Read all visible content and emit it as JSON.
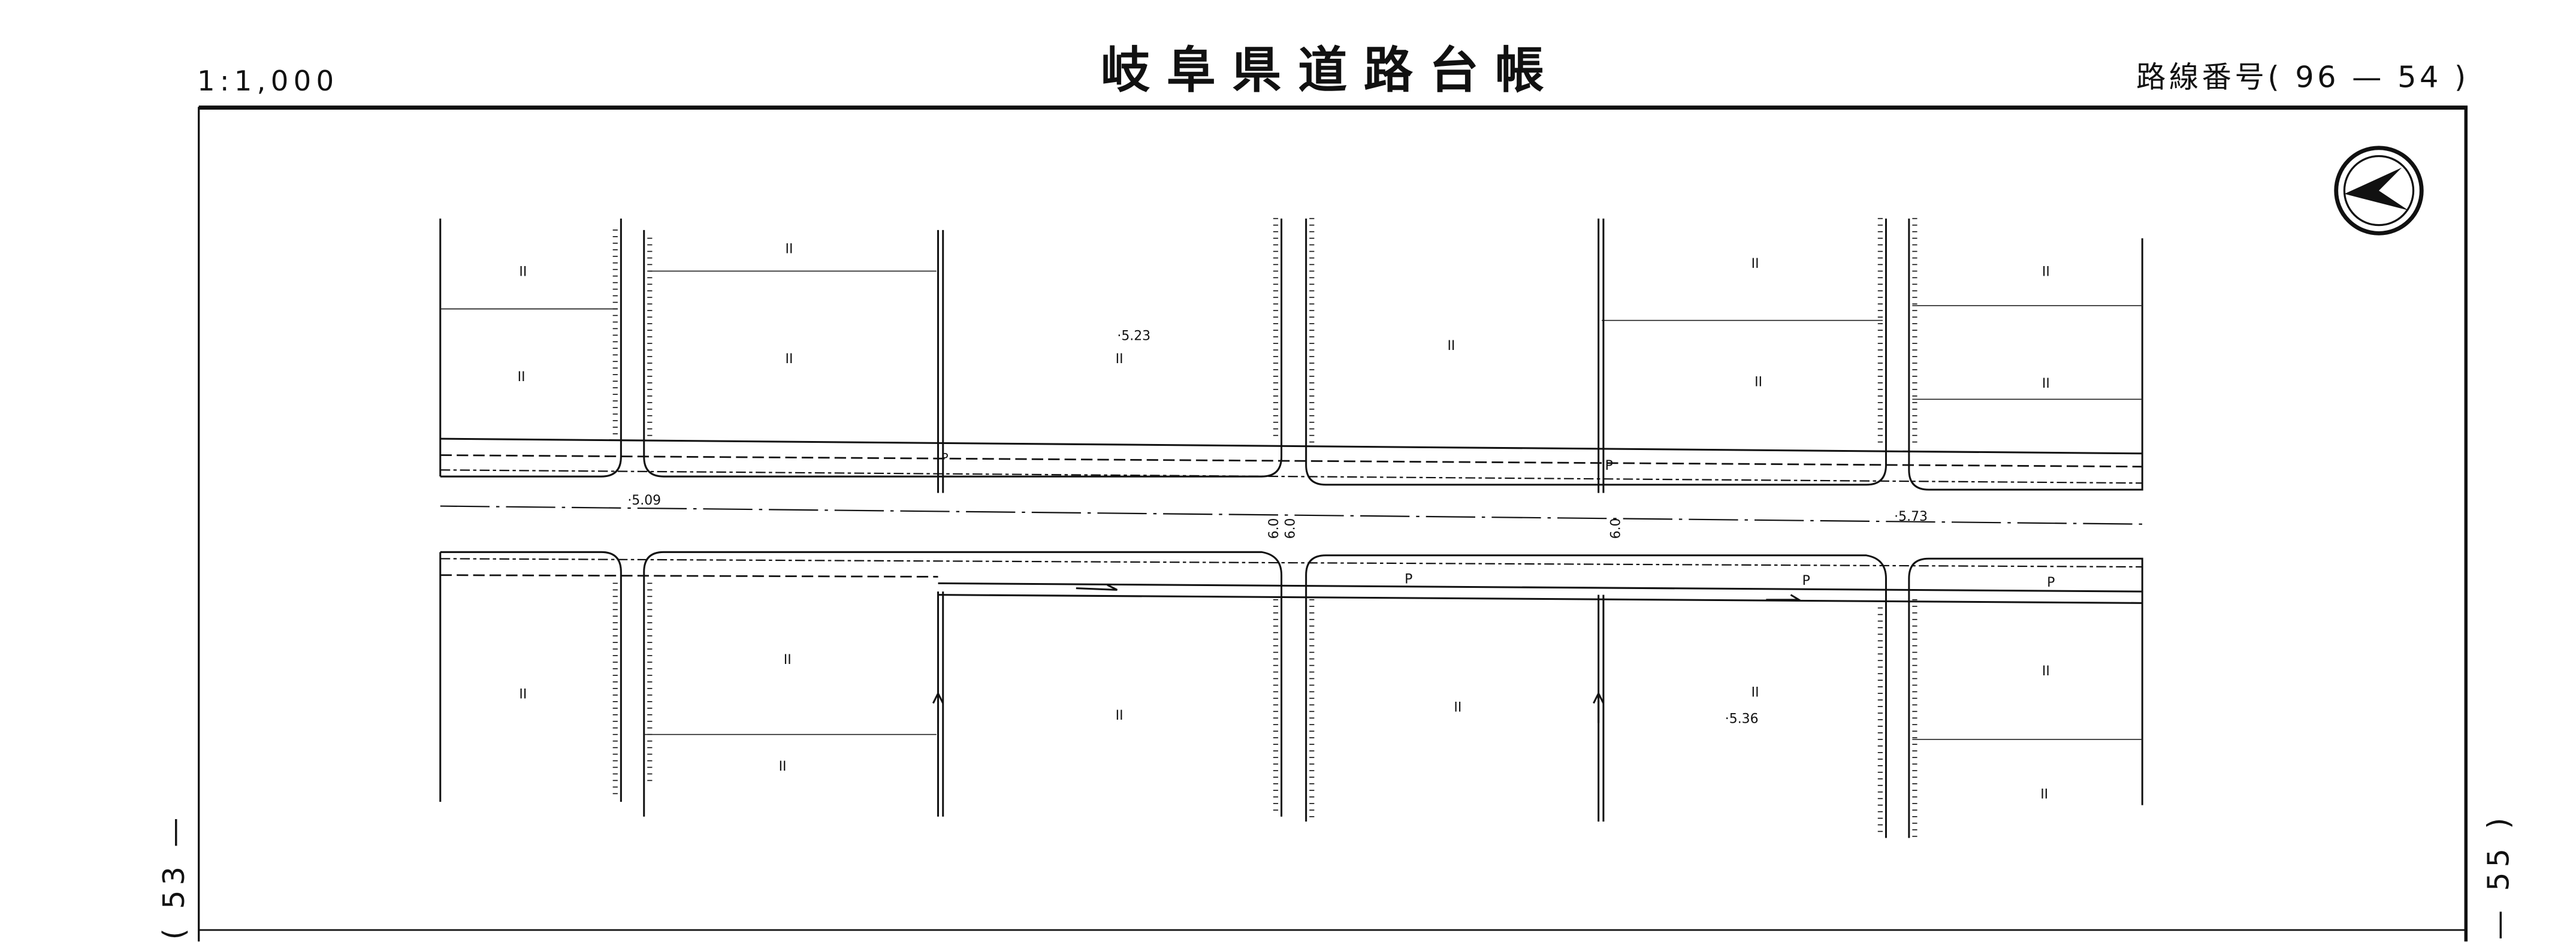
{
  "header": {
    "scale": "1:1,000",
    "title": "岐阜県道路台帳",
    "route_label": "路線番号( 96 — 54 )"
  },
  "sheet_links": {
    "previous": "( 53 —",
    "next": "— 55 )"
  },
  "map": {
    "elevations": [
      "·5.23",
      "·5.09",
      "·5.73",
      "·5.36"
    ],
    "widths": [
      "6.0",
      "6.0",
      "6.0"
    ],
    "parcel_mark": "II",
    "pole_mark": "P",
    "north_arrow": "compass-icon"
  }
}
